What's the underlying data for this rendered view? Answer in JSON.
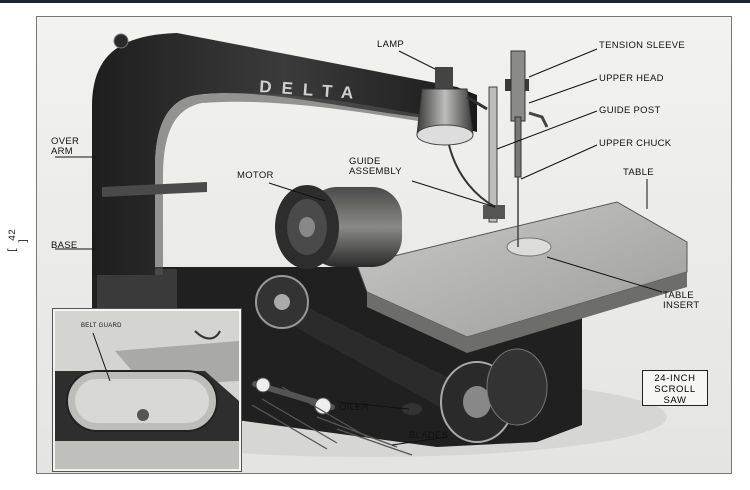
{
  "page": {
    "number": "42"
  },
  "photo": {
    "brand": "DELTA",
    "labels": {
      "lamp": "LAMP",
      "tension_sleeve": "TENSION SLEEVE",
      "upper_head": "UPPER HEAD",
      "guide_post": "GUIDE POST",
      "upper_chuck": "UPPER CHUCK",
      "table": "TABLE",
      "guide_assembly": [
        "GUIDE",
        "ASSEMBLY"
      ],
      "motor": "MOTOR",
      "over_arm": [
        "OVER",
        "ARM"
      ],
      "base": "BASE",
      "table_insert": [
        "TABLE",
        "INSERT"
      ],
      "oiler": "OILER",
      "blades": "BLADES",
      "belt_guard": "BELT GUARD"
    },
    "model": [
      "24-INCH",
      "SCROLL",
      "SAW"
    ]
  }
}
